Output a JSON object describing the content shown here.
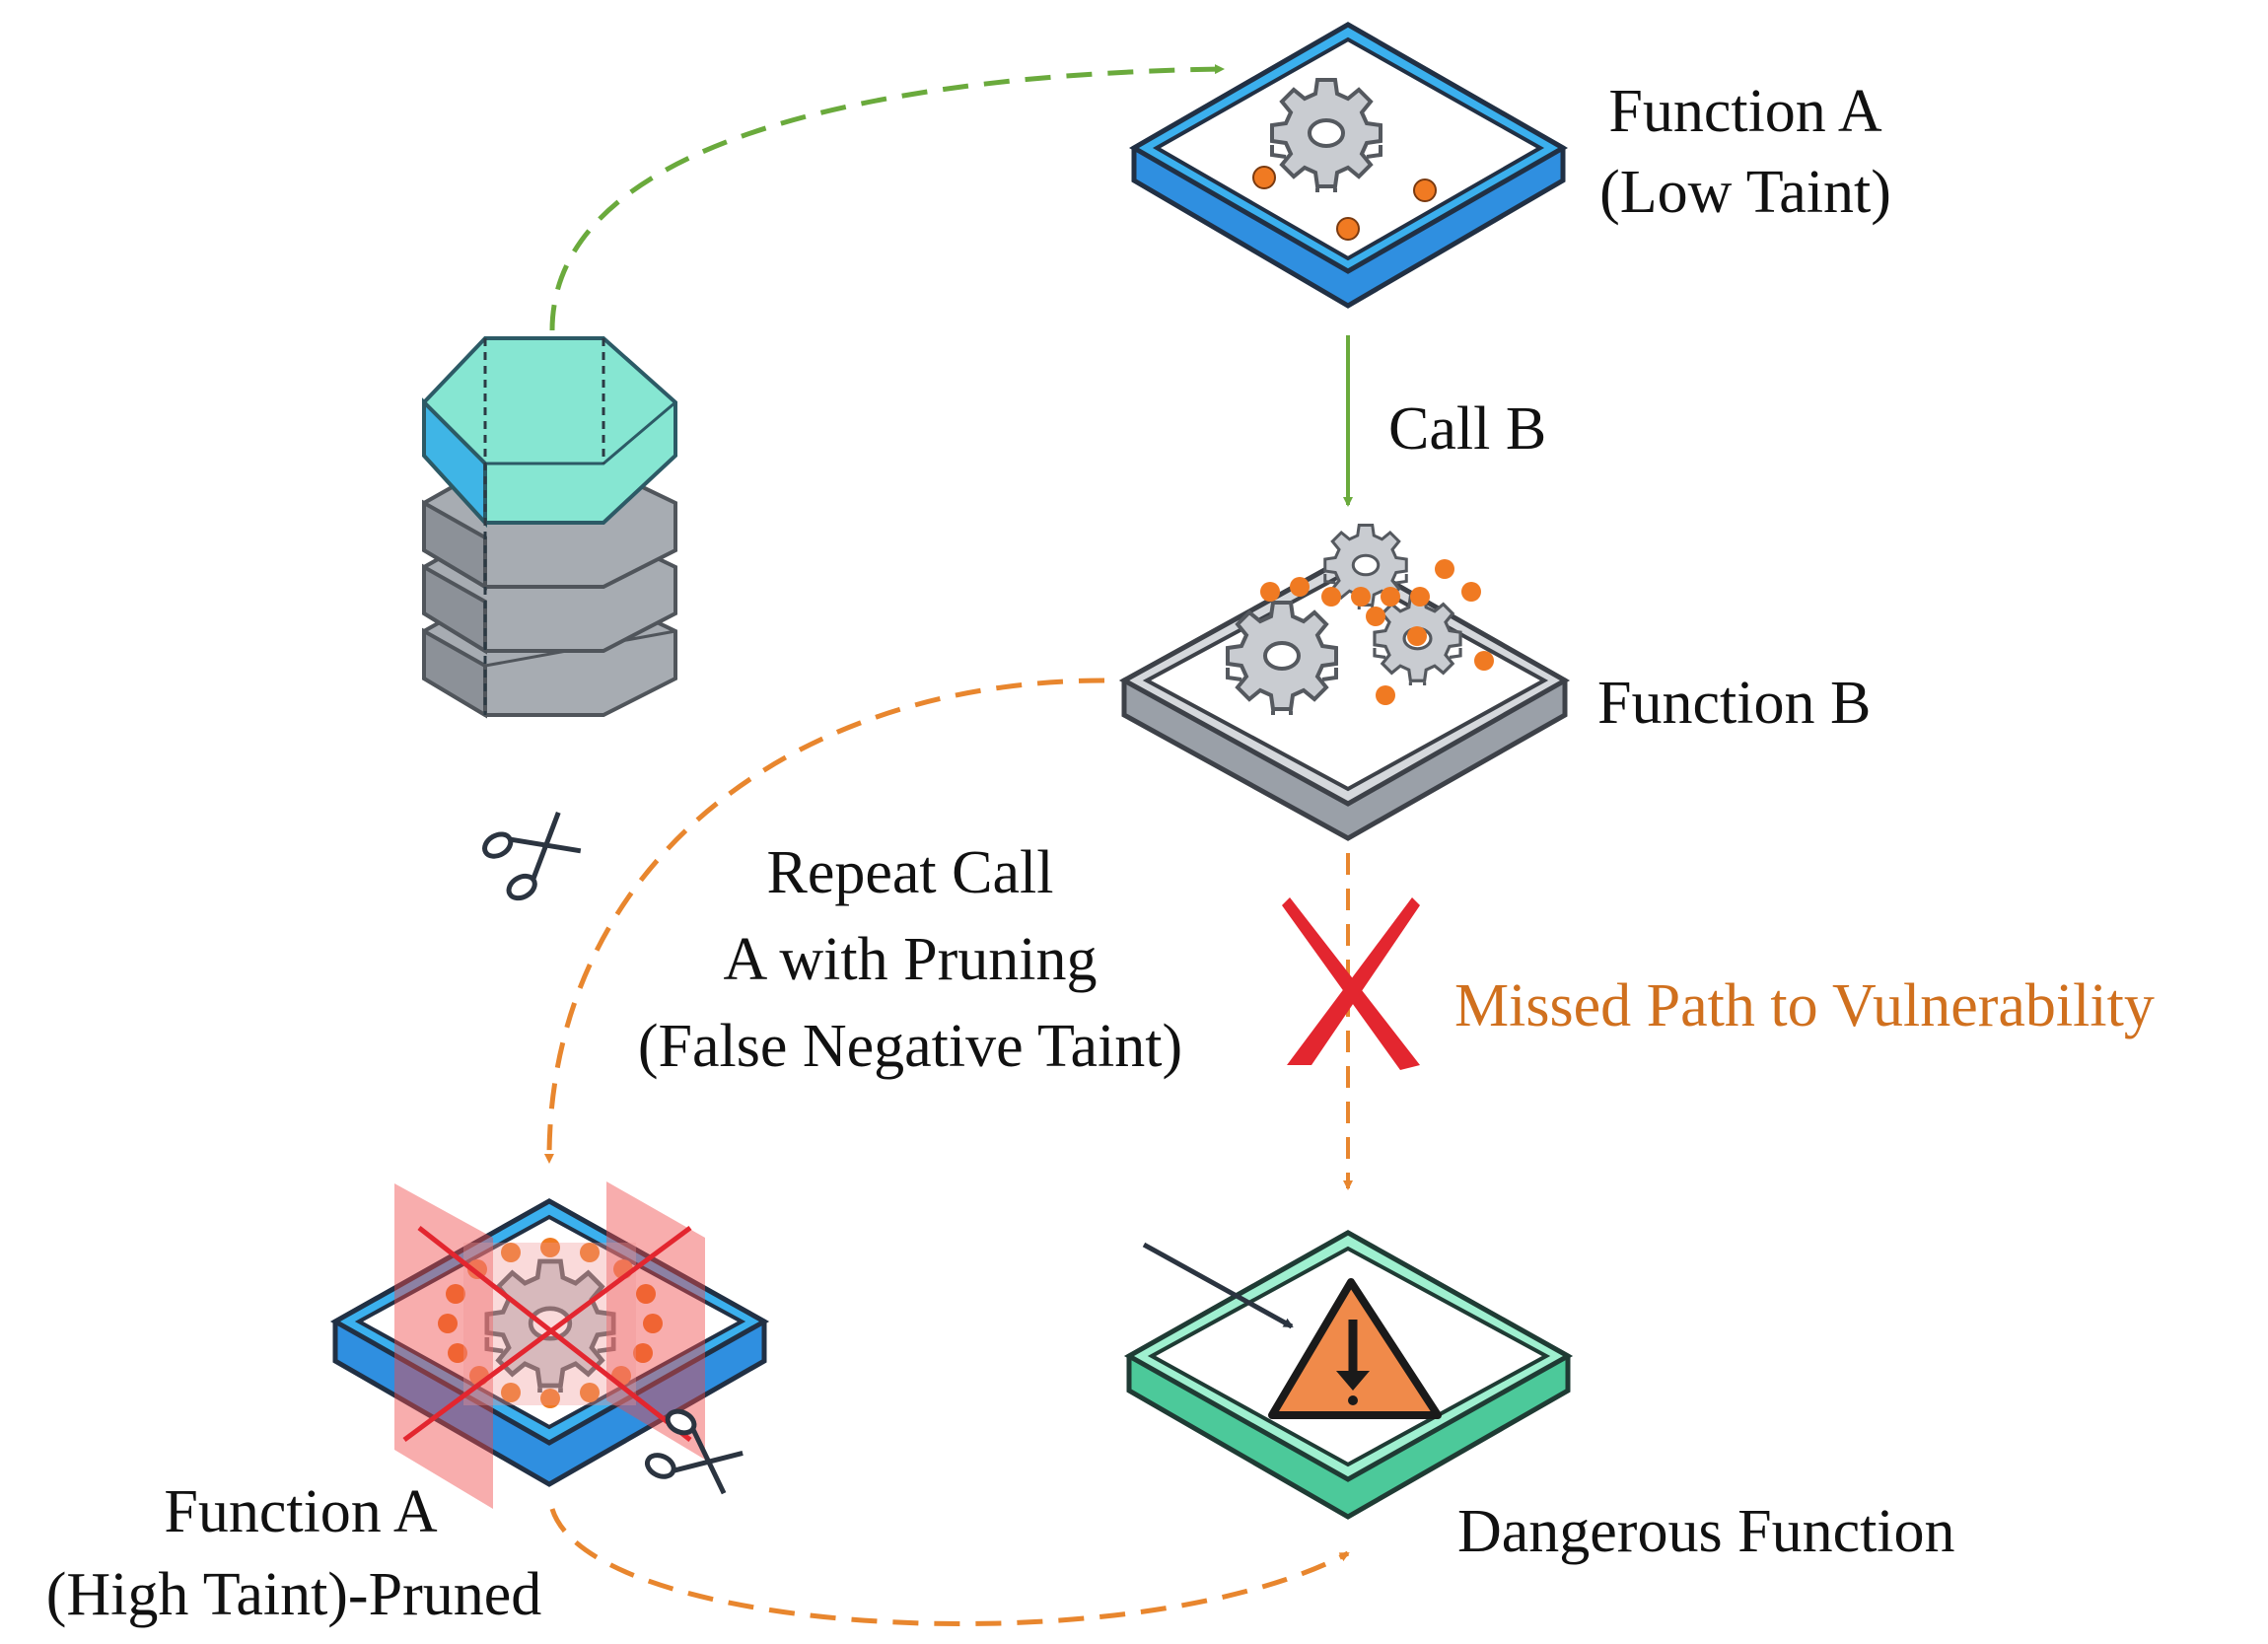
{
  "labels": {
    "function_a_low_line1": "Function A",
    "function_a_low_line2": "(Low Taint)",
    "call_b": "Call B",
    "function_b": "Function B",
    "repeat_line1": "Repeat Call",
    "repeat_line2": "A with Pruning",
    "repeat_line3": "(False Negative Taint)",
    "missed_path": "Missed Path to Vulnerability",
    "function_a_high_line1": "Function A",
    "function_a_high_line2": "(High Taint)-Pruned",
    "dangerous_function": "Dangerous Function"
  },
  "colors": {
    "green_arrow": "#6aaa3c",
    "orange_arrow": "#e8862e",
    "missed_text": "#d0701e",
    "red_x": "#e3262f",
    "blue_tile": "#2f8fe0",
    "gray_tile": "#9aa0a8",
    "teal_tile": "#5fd3a8",
    "taint_dot": "#f07a22"
  },
  "icons": [
    "database-icon",
    "gear-icon",
    "scissors-icon",
    "warning-icon",
    "cross-mark-icon"
  ]
}
